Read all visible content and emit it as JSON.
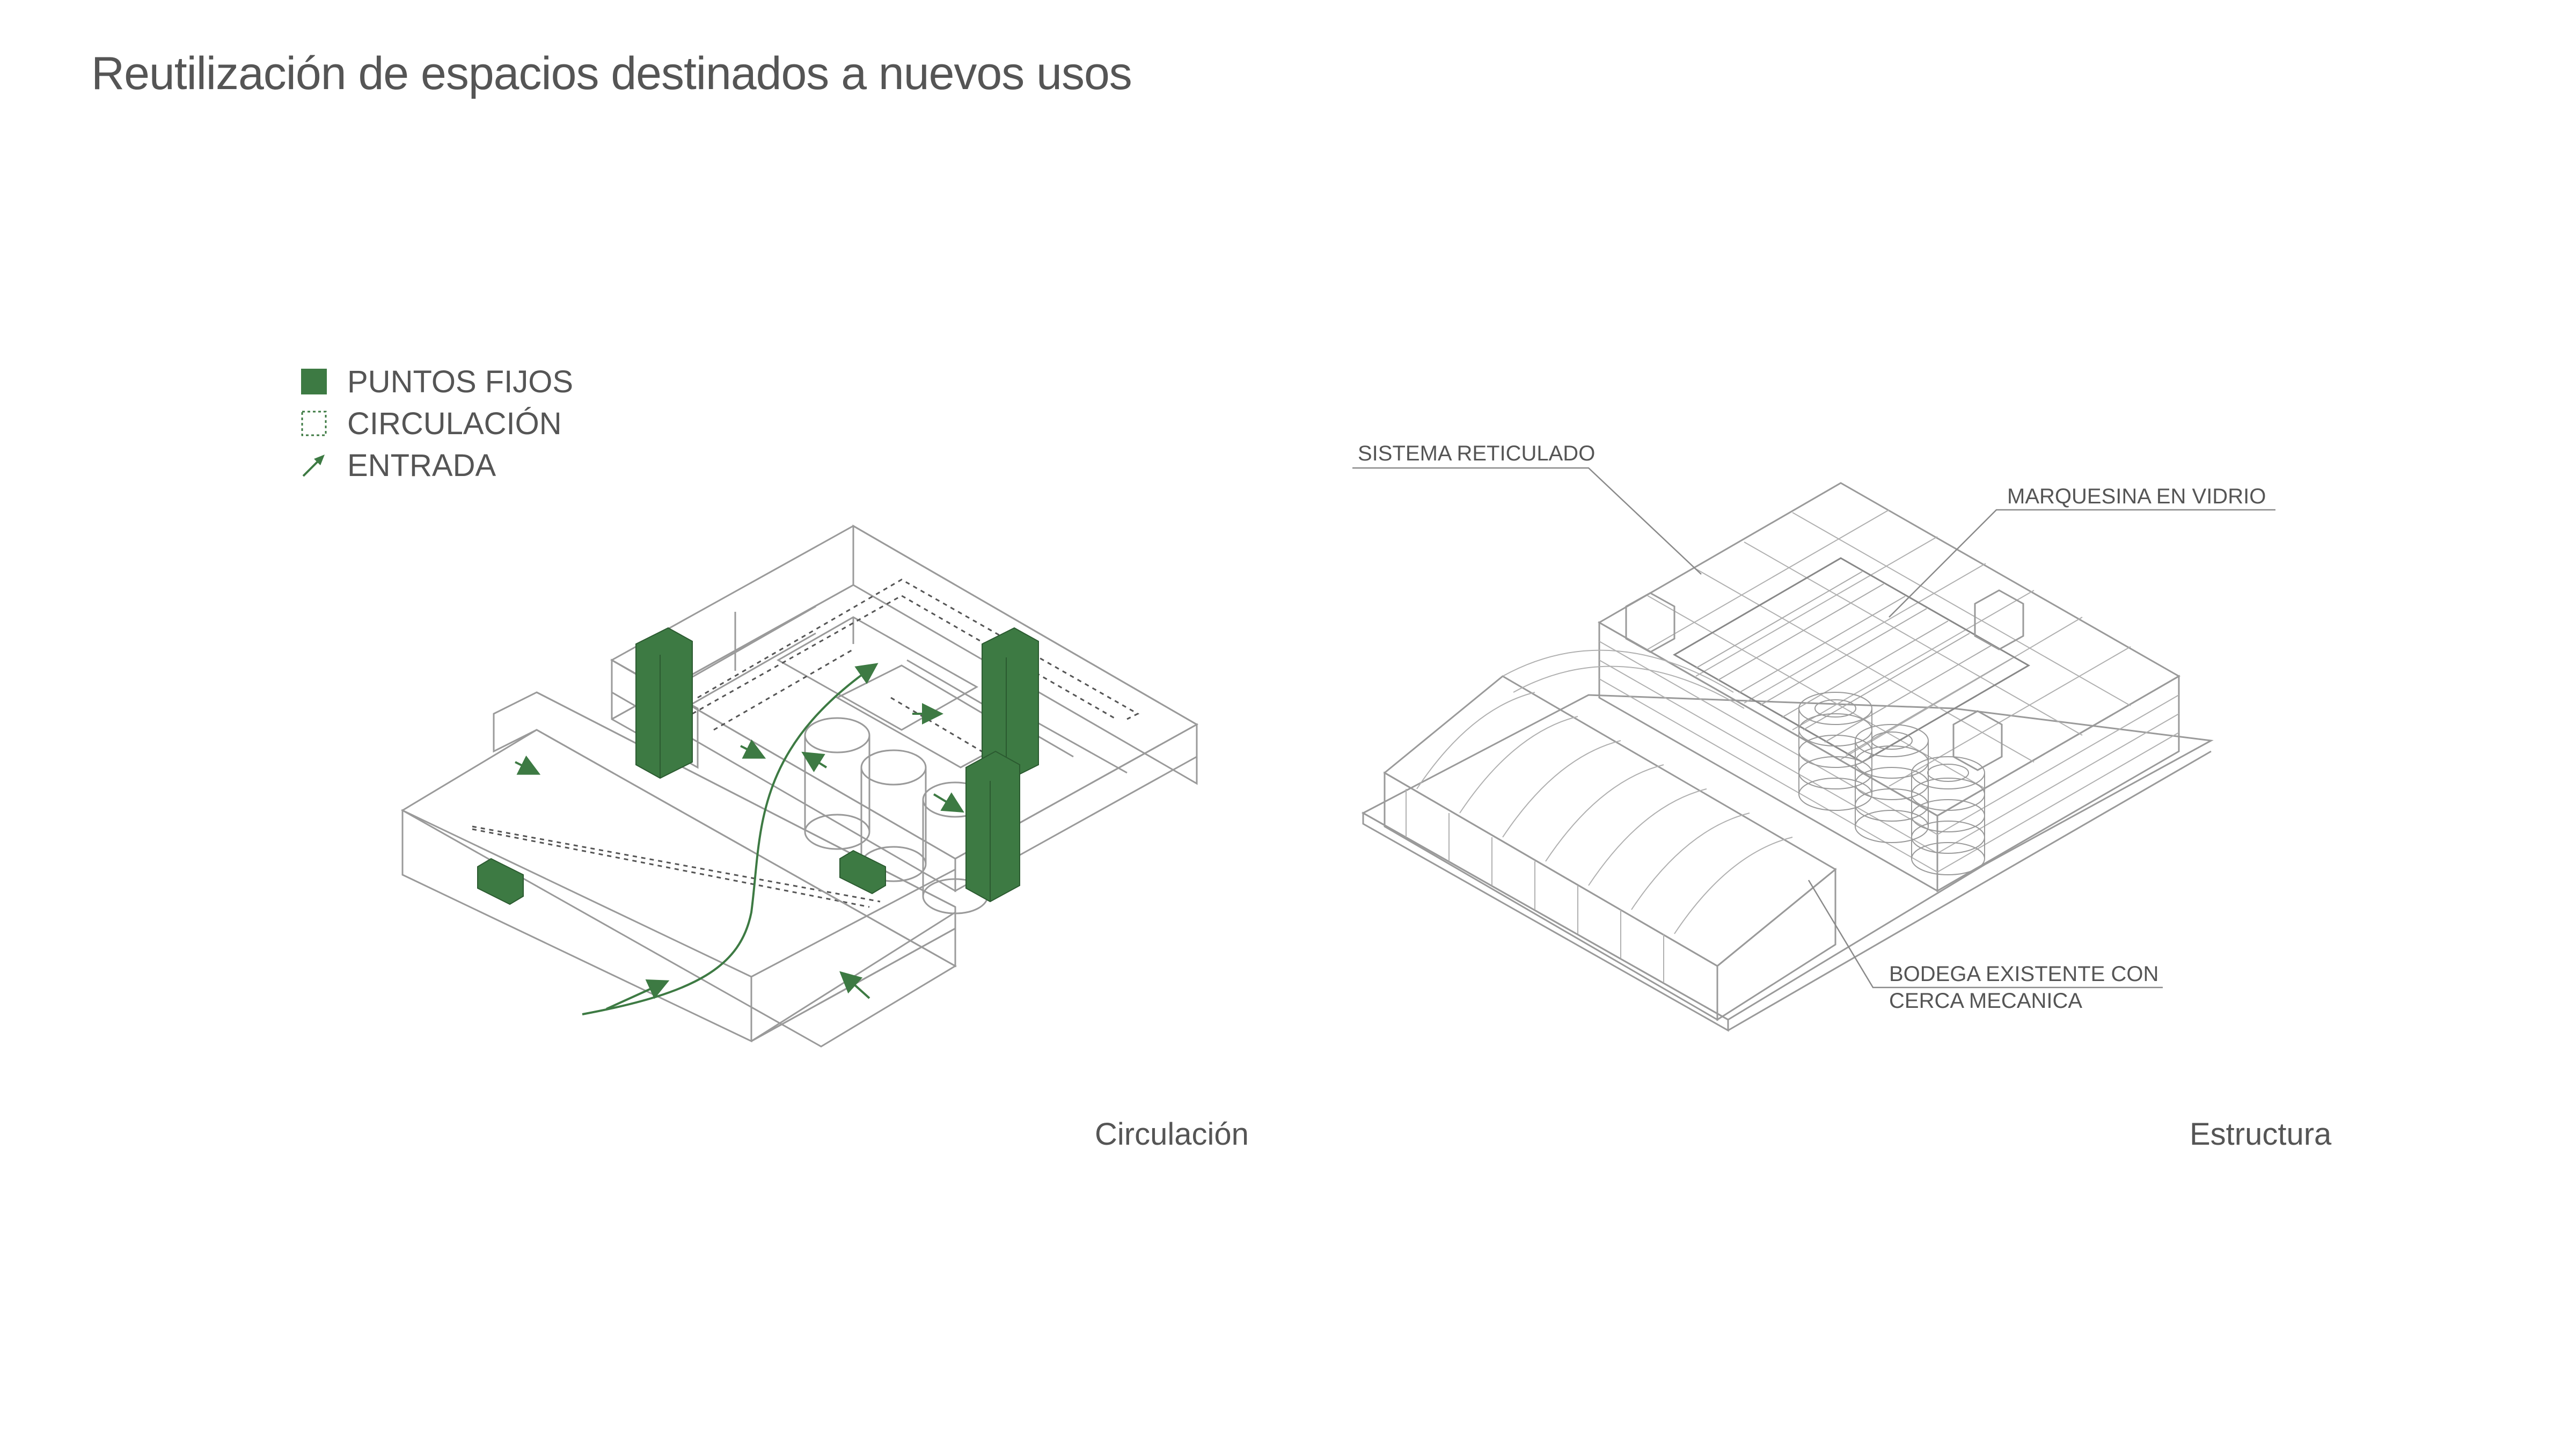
{
  "page": {
    "title": "Reutilización de espacios destinados a nuevos usos"
  },
  "legend": {
    "items": [
      {
        "label": "PUNTOS FIJOS",
        "icon": "solid-green-square-icon"
      },
      {
        "label": "CIRCULACIÓN",
        "icon": "dotted-square-icon"
      },
      {
        "label": "ENTRADA",
        "icon": "arrow-icon"
      }
    ],
    "colors": {
      "green": "#3d7a43",
      "line": "#8a8a8a",
      "text": "#555555"
    }
  },
  "diagrams": {
    "left_caption": "Circulación",
    "right_caption": "Estructura"
  },
  "annotations": {
    "sistema": "SISTEMA RETICULADO",
    "marquesina": "MARQUESINA EN VIDRIO",
    "bodega_line1": "BODEGA EXISTENTE CON",
    "bodega_line2": "CERCA  MECANICA"
  }
}
